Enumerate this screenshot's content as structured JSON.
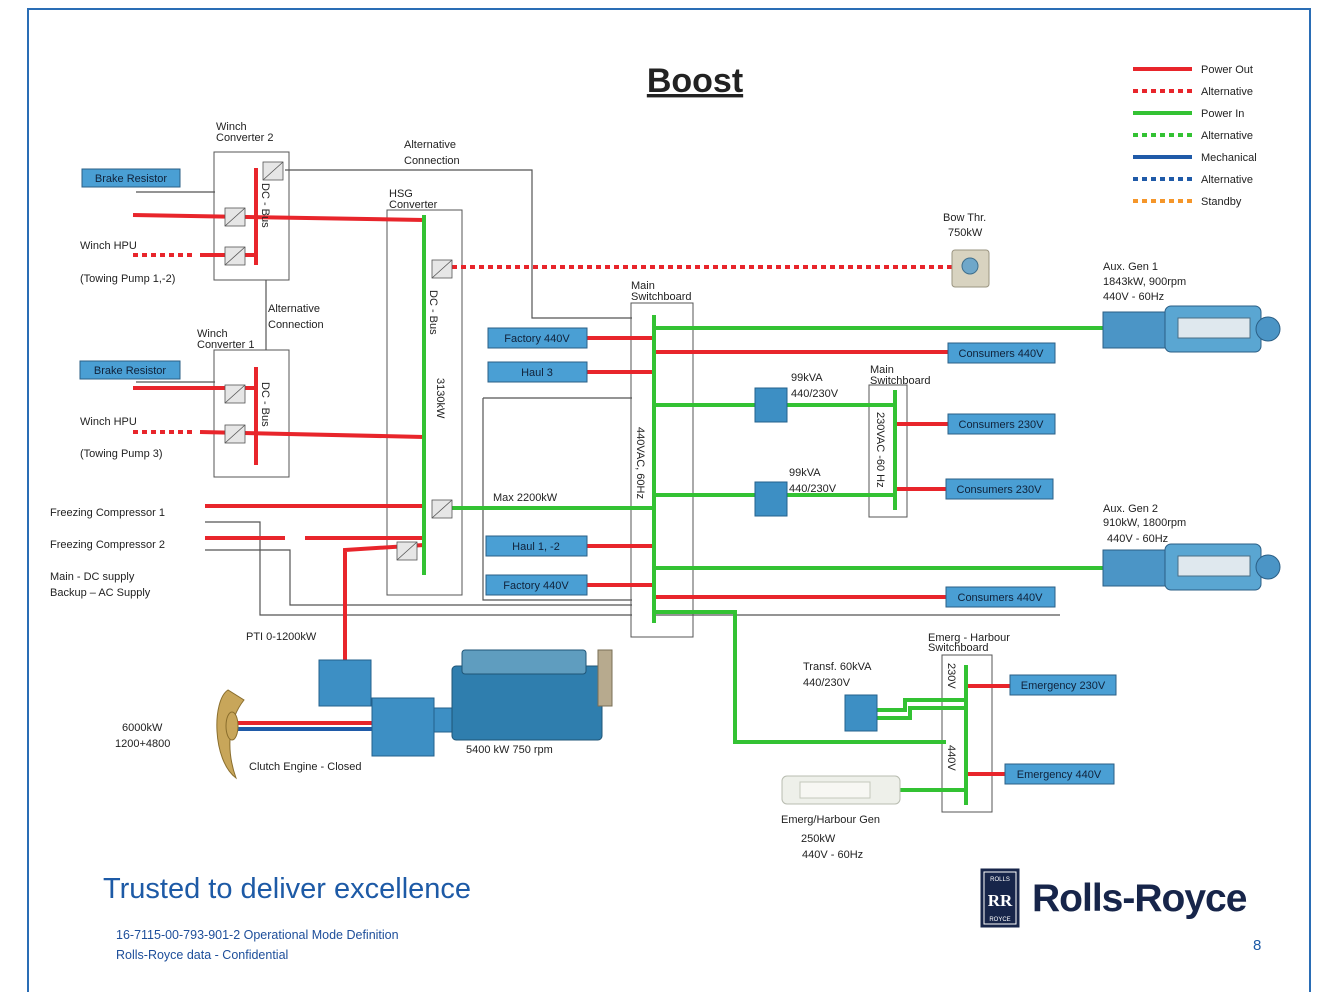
{
  "title": "Boost",
  "legend": [
    {
      "label": "Power Out",
      "color": "#e8252b",
      "style": "solid"
    },
    {
      "label": "Alternative",
      "color": "#e8252b",
      "style": "dotted"
    },
    {
      "label": "Power In",
      "color": "#33c233",
      "style": "solid"
    },
    {
      "label": "Alternative",
      "color": "#33c233",
      "style": "dotted"
    },
    {
      "label": "Mechanical",
      "color": "#1f5aa8",
      "style": "solid"
    },
    {
      "label": "Alternative",
      "color": "#1f5aa8",
      "style": "dotted"
    },
    {
      "label": "Standby",
      "color": "#f5962a",
      "style": "dotted"
    }
  ],
  "labels": {
    "winch_conv2_a": "Winch",
    "winch_conv2_b": "Converter 2",
    "alt_conn_a": "Alternative",
    "alt_conn_b": "Connection",
    "hsg_a": "HSG",
    "hsg_b": "Converter",
    "brake1": "Brake Resistor",
    "brake2": "Brake Resistor",
    "dc_bus": "DC - Bus",
    "winch_hpu1": "Winch HPU",
    "towing_pump12": "(Towing Pump 1,-2)",
    "alt_conn2_a": "Alternative",
    "alt_conn2_b": "Connection",
    "winch_conv1_a": "Winch",
    "winch_conv1_b": "Converter 1",
    "winch_hpu2": "Winch HPU",
    "towing_pump3": "(Towing Pump 3)",
    "hsg_dc_bus": "DC - Bus",
    "hsg_power": "3130kW",
    "bow_thr_a": "Bow Thr.",
    "bow_thr_b": "750kW",
    "main_sw_a": "Main",
    "main_sw_b": "Switchboard",
    "main_bus": "440VAC, 60Hz",
    "aux1_a": "Aux. Gen 1",
    "aux1_b": "1843kW, 900rpm",
    "aux1_c": "440V - 60Hz",
    "factory440_1": "Factory 440V",
    "haul3": "Haul 3",
    "consumers440_1": "Consumers 440V",
    "tfr1_a": "99kVA",
    "tfr1_b": "440/230V",
    "sub_sw_a": "Main",
    "sub_sw_b": "Switchboard",
    "sub_bus": "230VAC -60 Hz",
    "consumers230_1": "Consumers 230V",
    "tfr2_a": "99kVA",
    "tfr2_b": "440/230V",
    "consumers230_2": "Consumers 230V",
    "freezing1": "Freezing Compressor 1",
    "freezing2": "Freezing Compressor 2",
    "max2200": "Max  2200kW",
    "supply_main": "Main -     DC supply",
    "supply_backup": "Backup – AC Supply",
    "haul12": "Haul 1, -2",
    "factory440_2": "Factory 440V",
    "aux2_a": "Aux. Gen  2",
    "aux2_b": "910kW, 1800rpm",
    "aux2_c": "440V - 60Hz",
    "consumers440_2": "Consumers 440V",
    "pti": "PTI 0-1200kW",
    "emerg_sw_a": "Emerg - Harbour",
    "emerg_sw_b": "Switchboard",
    "transf_a": "Transf. 60kVA",
    "transf_b": "440/230V",
    "emerg_bus230": "230V",
    "emerg_bus440": "440V",
    "emergency230": "Emergency 230V",
    "emergency440": "Emergency 440V",
    "prop_a": "6000kW",
    "prop_b": "1200+4800",
    "clutch": "Clutch Engine  -  Closed",
    "engine": "5400 kW 750 rpm",
    "eg_a": "Emerg/Harbour Gen",
    "eg_b": "250kW",
    "eg_c": "440V - 60Hz"
  },
  "footer": {
    "tagline": "Trusted to deliver excellence",
    "docref": "16-7115-00-793-901-2 Operational Mode Definition",
    "confidential": "Rolls-Royce data - Confidential",
    "page": "8",
    "brand": "Rolls-Royce",
    "logo_text_top": "ROLLS",
    "logo_text_mark": "RR",
    "logo_text_bottom": "ROYCE"
  }
}
